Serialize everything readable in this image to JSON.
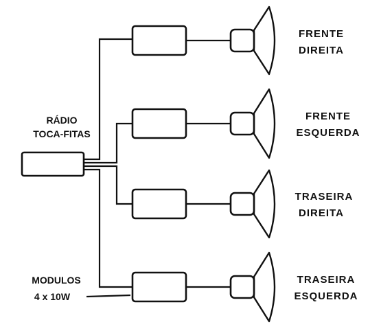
{
  "source_label": [
    "RÁDIO",
    "TOCA-FITAS"
  ],
  "modules_label": [
    "MODULOS",
    "4 x 10W"
  ],
  "speakers": [
    {
      "line1": "FRENTE",
      "line2": "DIREITA"
    },
    {
      "line1": "FRENTE",
      "line2": "ESQUERDA"
    },
    {
      "line1": "TRASEIRA",
      "line2": "DIREITA"
    },
    {
      "line1": "TRASEIRA",
      "line2": "ESQUERDA"
    }
  ],
  "colors": {
    "ink": "#111111",
    "background": "#ffffff"
  },
  "icons": {
    "source": "radio-unit-icon",
    "amplifier": "amplifier-module-icon",
    "speaker": "loudspeaker-icon"
  }
}
